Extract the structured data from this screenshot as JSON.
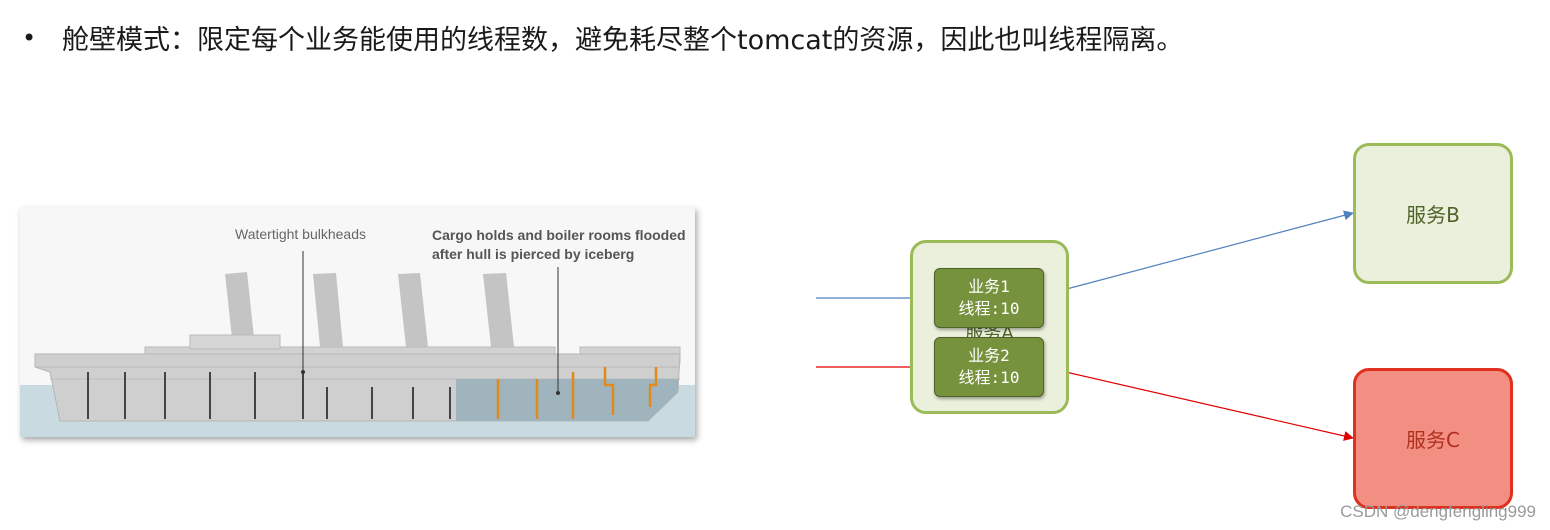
{
  "heading": {
    "bullet": "•",
    "text": "舱壁模式：限定每个业务能使用的线程数，避免耗尽整个tomcat的资源，因此也叫线程隔离。"
  },
  "ship_illustration": {
    "label_bulkheads": "Watertight bulkheads",
    "label_cargo_line1": "Cargo holds and boiler rooms flooded",
    "label_cargo_line2": "after hull is pierced by iceberg"
  },
  "services": {
    "a": {
      "label": "服务A",
      "color": "#9bbb59"
    },
    "b": {
      "label": "服务B",
      "color": "#9bbb59"
    },
    "c": {
      "label": "服务C",
      "color": "#e0301e"
    }
  },
  "business": [
    {
      "name": "业务1",
      "threads": "线程:10"
    },
    {
      "name": "业务2",
      "threads": "线程:10"
    }
  ],
  "arrows": {
    "healthy_color": "#4f81bd",
    "failing_color": "#e00000"
  },
  "watermark": "CSDN @dengfengling999"
}
